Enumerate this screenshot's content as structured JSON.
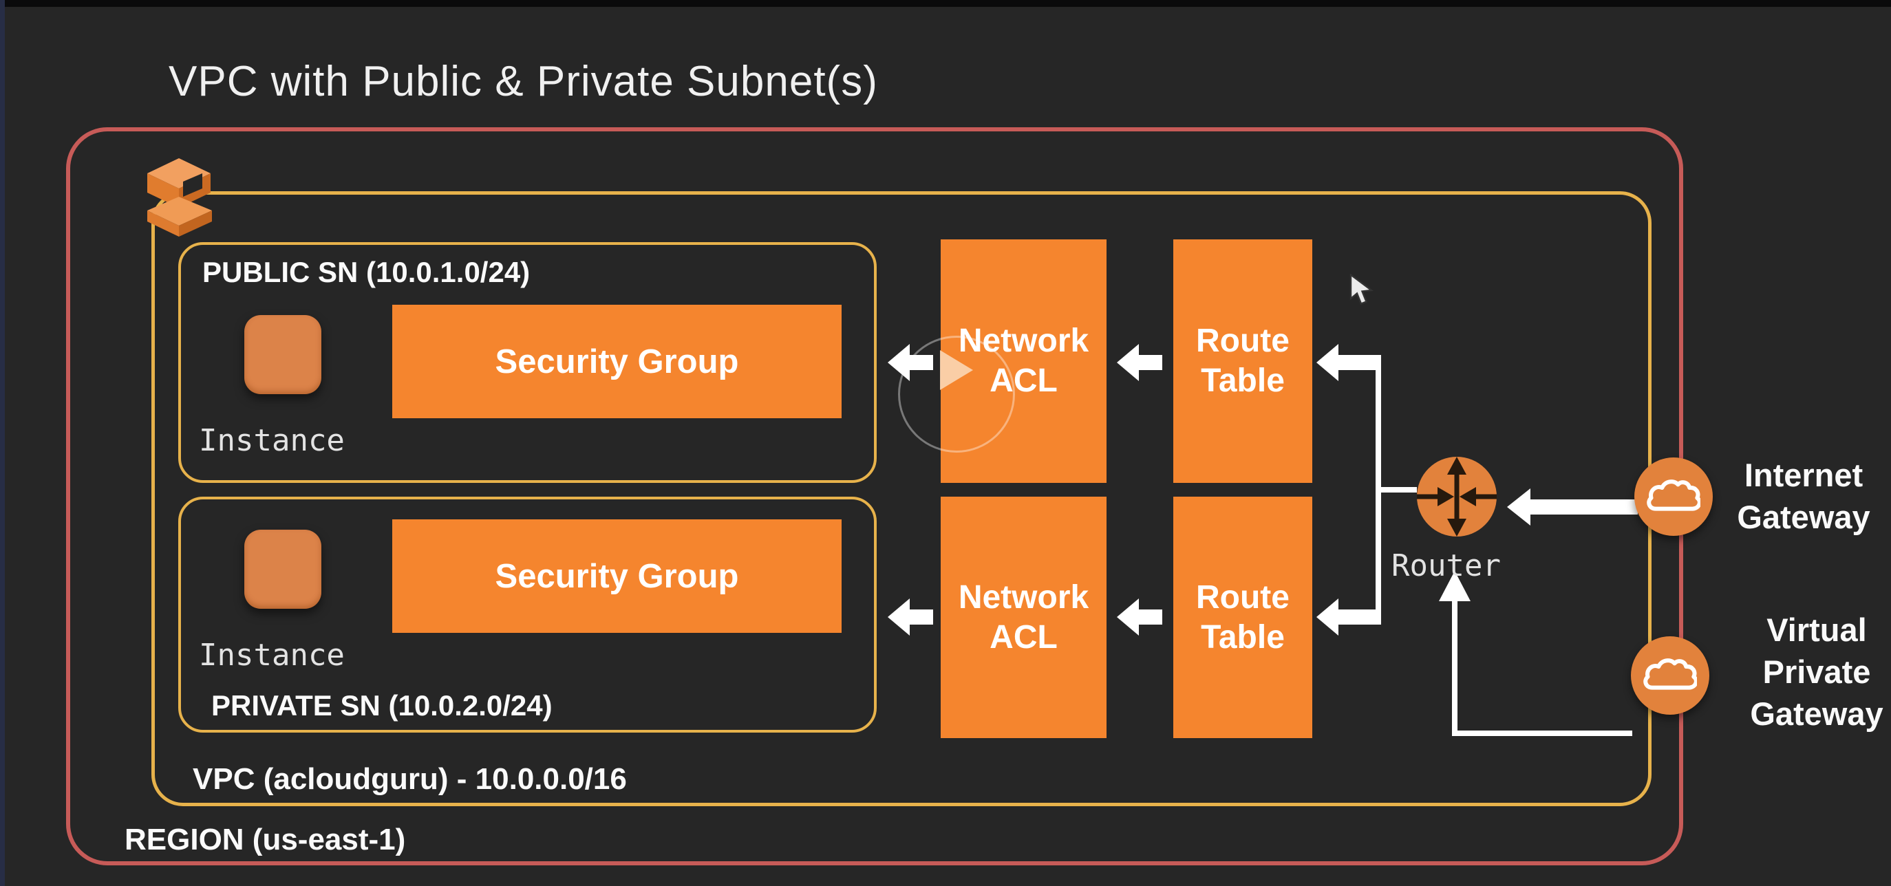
{
  "title": "VPC with Public & Private Subnet(s)",
  "region": {
    "label": "REGION (us-east-1)"
  },
  "vpc": {
    "label": "VPC (acloudguru) - 10.0.0.0/16",
    "icon": "vpc-icon"
  },
  "subnets": {
    "public": {
      "label": "PUBLIC SN (10.0.1.0/24)",
      "instance_label": "Instance",
      "security_group_label": "Security Group"
    },
    "private": {
      "label": "PRIVATE SN (10.0.2.0/24)",
      "instance_label": "Instance",
      "security_group_label": "Security Group"
    }
  },
  "nodes": {
    "network_acl": {
      "line1": "Network",
      "line2": "ACL"
    },
    "route_table": {
      "line1": "Route",
      "line2": "Table"
    }
  },
  "router": {
    "label": "Router",
    "icon": "router-icon"
  },
  "gateways": {
    "internet": {
      "lines": [
        "Internet",
        "Gateway"
      ],
      "icon": "cloud-icon"
    },
    "virtual_private": {
      "lines": [
        "Virtual",
        "Private",
        "Gateway"
      ],
      "icon": "cloud-icon"
    }
  },
  "overlay": {
    "play_button": "video-play-overlay"
  },
  "colors": {
    "background": "#262626",
    "region_border_red": "#c75b58",
    "vpc_border_gold": "#e7b24b",
    "box_orange": "#f5852e",
    "instance_orange": "#dc8349",
    "icon_orange": "#e2823c",
    "arrow_white": "#ffffff",
    "mono_label_gray": "#e3e3e3"
  }
}
